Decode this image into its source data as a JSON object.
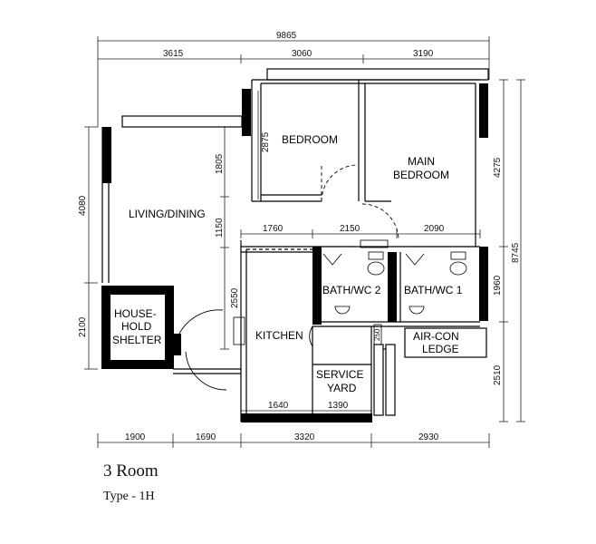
{
  "plan": {
    "title": "3 Room",
    "subtitle": "Type - 1H",
    "dimensions": {
      "overall_width": "9865",
      "top_left": "3615",
      "top_mid": "3060",
      "top_right": "3190",
      "inner_left": "1760",
      "inner_mid": "2150",
      "inner_right": "2090",
      "kitchen_width": "1640",
      "yard_width": "1390",
      "bottom_1": "1900",
      "bottom_2": "1690",
      "bottom_3": "3320",
      "bottom_4": "2930",
      "left_upper": "4080",
      "left_lower": "2100",
      "living_v1": "1805",
      "living_v2": "1150",
      "living_v3": "2550",
      "bedroom_height": "2875",
      "right_1": "4275",
      "right_2": "1960",
      "right_3": "2510",
      "overall_height": "8745",
      "small": "250"
    },
    "rooms": {
      "bedroom": "BEDROOM",
      "main_bedroom_1": "MAIN",
      "main_bedroom_2": "BEDROOM",
      "living": "LIVING/DINING",
      "bath2": "BATH/WC  2",
      "bath1": "BATH/WC  1",
      "shelter_1": "HOUSE-",
      "shelter_2": "HOLD",
      "shelter_3": "SHELTER",
      "kitchen": "KITCHEN",
      "service_1": "SERVICE",
      "service_2": "YARD",
      "aircon_1": "AIR-CON",
      "aircon_2": "LEDGE"
    }
  }
}
